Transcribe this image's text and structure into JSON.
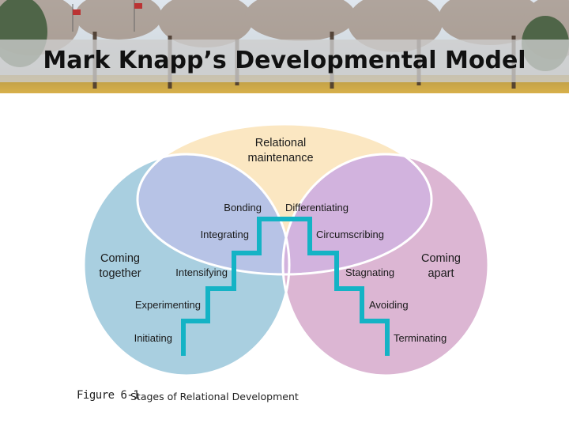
{
  "slide": {
    "title": "Mark Knapp’s Developmental Model"
  },
  "diagram": {
    "regions": {
      "top": "Relational\nmaintenance",
      "left": "Coming\ntogether",
      "right": "Coming\napart"
    },
    "stages_up": [
      "Initiating",
      "Experimenting",
      "Intensifying",
      "Integrating",
      "Bonding"
    ],
    "stages_down": [
      "Differentiating",
      "Circumscribing",
      "Stagnating",
      "Avoiding",
      "Terminating"
    ],
    "colors": {
      "left_circle": "#a9cfe0",
      "right_circle": "#dcb6d3",
      "top_ellipse": "#fbe7c2",
      "overlap_left": "#b7c3e6",
      "overlap_right": "#d2b3de",
      "staircase": "#14b3c5"
    }
  },
  "caption": {
    "figure": "Figure 6-1",
    "text": "Stages of Relational Development"
  }
}
